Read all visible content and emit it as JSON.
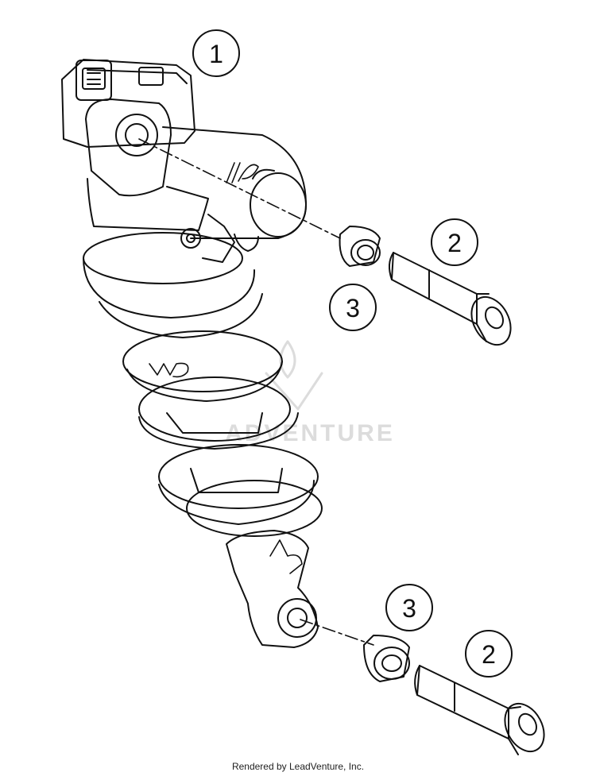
{
  "callouts": [
    {
      "id": "c1",
      "label": "1"
    },
    {
      "id": "c2a",
      "label": "2"
    },
    {
      "id": "c3a",
      "label": "3"
    },
    {
      "id": "c3b",
      "label": "3"
    },
    {
      "id": "c2b",
      "label": "2"
    }
  ],
  "watermark": {
    "text": "ADVENTURE"
  },
  "footer": {
    "credit": "Rendered by LeadVenture, Inc."
  },
  "colors": {
    "line": "#111111",
    "watermark": "#d9d9d9"
  }
}
